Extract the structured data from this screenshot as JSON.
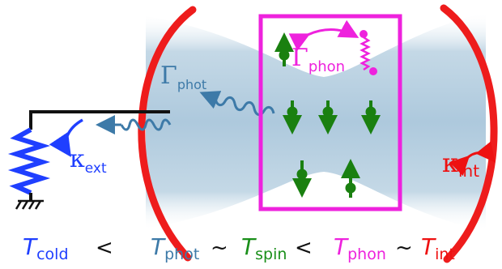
{
  "labels": {
    "gamma_phot": {
      "symbol": "Γ",
      "sub": "phot"
    },
    "gamma_phon": {
      "symbol": "Γ",
      "sub": "phon"
    },
    "kappa_ext": {
      "symbol": "κ",
      "sub": "ext"
    },
    "kappa_int": {
      "symbol": "κ",
      "sub": "int"
    }
  },
  "temperature_relation": [
    {
      "symbol": "T",
      "sub": "cold",
      "color": "#1f3fff"
    },
    {
      "op": "<"
    },
    {
      "symbol": "T",
      "sub": "phot",
      "color": "#3d7aa8"
    },
    {
      "op": "~"
    },
    {
      "symbol": "T",
      "sub": "spin",
      "color": "#1a8f1a"
    },
    {
      "op": "<"
    },
    {
      "symbol": "T",
      "sub": "phon",
      "color": "#ee22dd"
    },
    {
      "op": "~"
    },
    {
      "symbol": "T",
      "sub": "int",
      "color": "#ee1111"
    }
  ],
  "colors": {
    "mirror": "#ee1c1c",
    "beam": "#b6cfe0",
    "spin_box": "#ee22dd",
    "spin": "#1a8010",
    "photon_wave": "#3d7aa8",
    "circuit_resistor": "#1f3fff",
    "circuit_line": "#111111",
    "kappa_ext_color": "#1f3fff",
    "kappa_int_color": "#ee1111"
  },
  "icons": {
    "resistor": "zigzag-resistor-icon",
    "ground": "ground-icon",
    "spin_up": "spin-up-arrow-icon",
    "spin_down": "spin-down-arrow-icon",
    "phonon": "phonon-spring-icon",
    "photon": "photon-wave-icon"
  }
}
